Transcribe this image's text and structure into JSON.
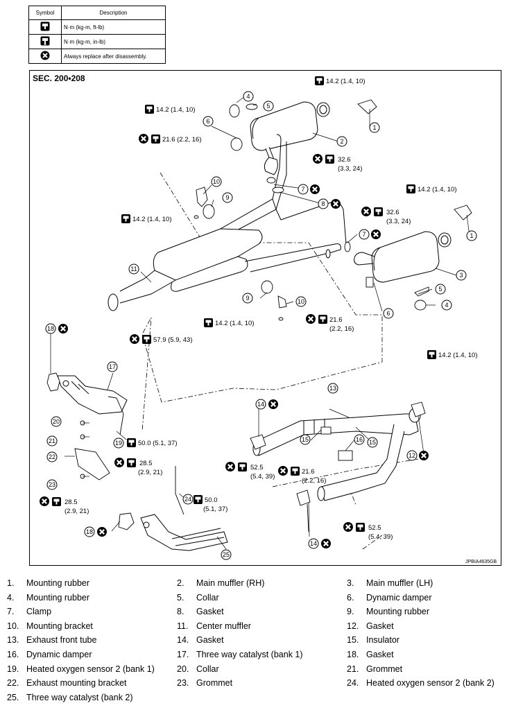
{
  "legend": {
    "header_symbol": "Symbol",
    "header_description": "Description",
    "rows": [
      {
        "icon": "torque-wrench-icon",
        "description": "N·m (kg-m, ft-lb)"
      },
      {
        "icon": "torque-wrench-inlb-icon",
        "description": "N·m (kg-m, in-lb)"
      },
      {
        "icon": "always-replace-icon",
        "description": "Always replace after disassembly."
      }
    ]
  },
  "figure": {
    "section": "SEC. 200•208",
    "figure_id": "JPBIA4635GB",
    "torques": {
      "t1": "14.2 (1.4, 10)",
      "t2": "14.2 (1.4, 10)",
      "t3": "21.6 (2.2, 16)",
      "t4a": "32.6",
      "t4b": "(3.3, 24)",
      "t5": "14.2 (1.4, 10)",
      "t6": "14.2 (1.4, 10)",
      "t7a": "32.6",
      "t7b": "(3.3, 24)",
      "t8": "14.2 (1.4, 10)",
      "t9a": "21.6",
      "t9b": "(2.2, 16)",
      "t10": "57.9 (5.9, 43)",
      "t11": "14.2 (1.4, 10)",
      "t12": "50.0 (5.1, 37)",
      "t13a": "28.5",
      "t13b": "(2.9, 21)",
      "t14a": "28.5",
      "t14b": "(2.9, 21)",
      "t15a": "52.5",
      "t15b": "(5.4, 39)",
      "t16a": "21.6",
      "t16b": "(2.2, 16)",
      "t17a": "50.0",
      "t17b": "(5.1, 37)",
      "t18a": "52.5",
      "t18b": "(5.4, 39)"
    }
  },
  "parts": [
    {
      "num": "1.",
      "name": "Mounting rubber"
    },
    {
      "num": "2.",
      "name": "Main muffler (RH)"
    },
    {
      "num": "3.",
      "name": "Main muffler (LH)"
    },
    {
      "num": "4.",
      "name": "Mounting rubber"
    },
    {
      "num": "5.",
      "name": "Collar"
    },
    {
      "num": "6.",
      "name": "Dynamic damper"
    },
    {
      "num": "7.",
      "name": "Clamp"
    },
    {
      "num": "8.",
      "name": "Gasket"
    },
    {
      "num": "9.",
      "name": "Mounting rubber"
    },
    {
      "num": "10.",
      "name": "Mounting bracket"
    },
    {
      "num": "11.",
      "name": "Center muffler"
    },
    {
      "num": "12.",
      "name": "Gasket"
    },
    {
      "num": "13.",
      "name": "Exhaust front tube"
    },
    {
      "num": "14.",
      "name": "Gasket"
    },
    {
      "num": "15.",
      "name": "Insulator"
    },
    {
      "num": "16.",
      "name": "Dynamic damper"
    },
    {
      "num": "17.",
      "name": "Three way catalyst (bank 1)"
    },
    {
      "num": "18.",
      "name": "Gasket"
    },
    {
      "num": "19.",
      "name": "Heated oxygen sensor 2 (bank 1)"
    },
    {
      "num": "20.",
      "name": "Collar"
    },
    {
      "num": "21.",
      "name": "Grommet"
    },
    {
      "num": "22.",
      "name": "Exhaust mounting bracket"
    },
    {
      "num": "23.",
      "name": "Grommet"
    },
    {
      "num": "24.",
      "name": "Heated oxygen sensor 2 (bank 2)"
    },
    {
      "num": "25.",
      "name": "Three way catalyst (bank 2)"
    }
  ]
}
